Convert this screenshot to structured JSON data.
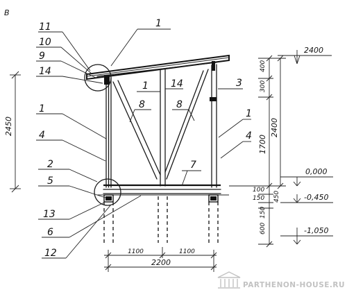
{
  "view_letter": "B",
  "callouts": {
    "c1_top": "1",
    "c11": "11",
    "c10": "10",
    "c9": "9",
    "c14_left": "14",
    "c1_left": "1",
    "c4_left": "4",
    "c2": "2",
    "c5": "5",
    "c13": "13",
    "c6": "6",
    "c12": "12",
    "c1_post": "1",
    "c14_post": "14",
    "c8_left": "8",
    "c8_right": "8",
    "c3": "3",
    "c1_right": "1",
    "c4_right": "4",
    "c7": "7"
  },
  "dimensions": {
    "left_height": "2450",
    "top_width": "2400",
    "right_total": "2400",
    "right_400": "400",
    "right_300": "300",
    "right_1700": "1700",
    "right_100": "100",
    "right_150": "150",
    "right_450": "450",
    "right_150b": "150",
    "right_600": "600",
    "bottom_1100_left": "1100",
    "bottom_1100_right": "1100",
    "bottom_total": "2200"
  },
  "elevations": {
    "e1": "0,000",
    "e2": "-0,450",
    "e3": "-1,050"
  },
  "watermark": "PARTHENON-HOUSE.RU"
}
